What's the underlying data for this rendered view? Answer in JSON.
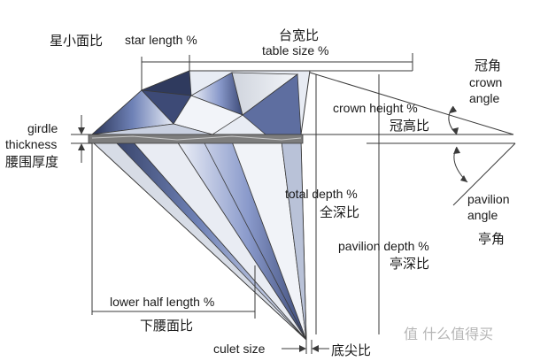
{
  "labels": {
    "star_ratio_zh": "星小面比",
    "star_length": "star length %",
    "table_size_zh": "台宽比",
    "table_size": "table size %",
    "crown_angle_zh": "冠角",
    "crown_angle_line1": "crown",
    "crown_angle_line2": "angle",
    "crown_height": "crown height %",
    "crown_height_zh": "冠高比",
    "girdle_line1": "girdle",
    "girdle_line2": "thickness",
    "girdle_zh": "腰围厚度",
    "pavilion_angle_line1": "pavilion",
    "pavilion_angle_line2": "angle",
    "pavilion_angle_zh": "亭角",
    "total_depth": "total depth %",
    "total_depth_zh": "全深比",
    "pavilion_depth": "pavilion depth %",
    "pavilion_depth_zh": "亭深比",
    "lower_half": "lower half length %",
    "lower_half_zh": "下腰面比",
    "culet_size": "culet size",
    "culet_zh": "底尖比"
  },
  "watermark": "值 什么值得买",
  "colors": {
    "line": "#3a3a3a",
    "facet_dark": "#2b3550",
    "facet_blue": "#6d7fb2",
    "facet_light": "#e6ebf5",
    "girdle": "#7d7d7d"
  }
}
